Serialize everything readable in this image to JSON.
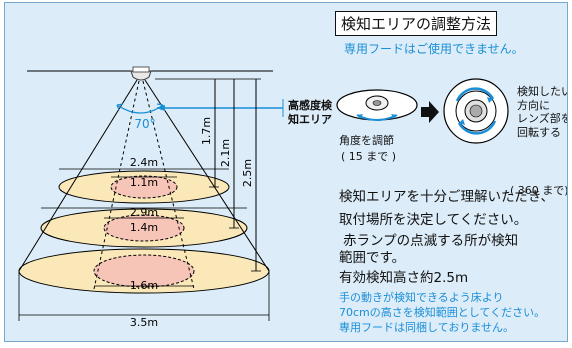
{
  "title": "検知エリアの調整方法",
  "hood_unavailable": "専用フードはご使用できません。",
  "detection_zone_label": "高感度検知エリア",
  "angle_label": "70°",
  "adjust": {
    "angle_label": "角度を調節",
    "angle_range": "( 15 まで )",
    "rotate_lines": [
      "検知したい",
      "方向に",
      "レンズ部を",
      "回転する"
    ],
    "rotate_range": "( 360 まで)"
  },
  "heights": [
    "1.7m",
    "2.1m",
    "2.5m"
  ],
  "widths_outer": [
    "2.4m",
    "2.9m",
    "3.5m"
  ],
  "widths_inner": [
    "1.1m",
    "1.4m",
    "1.6m"
  ],
  "instructions": [
    "検知エリアを十分ご理解いただき、",
    "取付場所を決定してください。",
    "赤ランプの点滅する所が検知",
    "範囲です。",
    "有効検知高さ約2.5m"
  ],
  "notes": [
    "手の動きが検知できるよう床より",
    "70cmの高さを検知範囲としてください。",
    "専用フードは同梱しておりません。"
  ],
  "colors": {
    "background": "#dcecf8",
    "ellipse_outer": "#fbe8b8",
    "ellipse_inner": "#f7c4b8",
    "accent": "#1a8fd8"
  }
}
